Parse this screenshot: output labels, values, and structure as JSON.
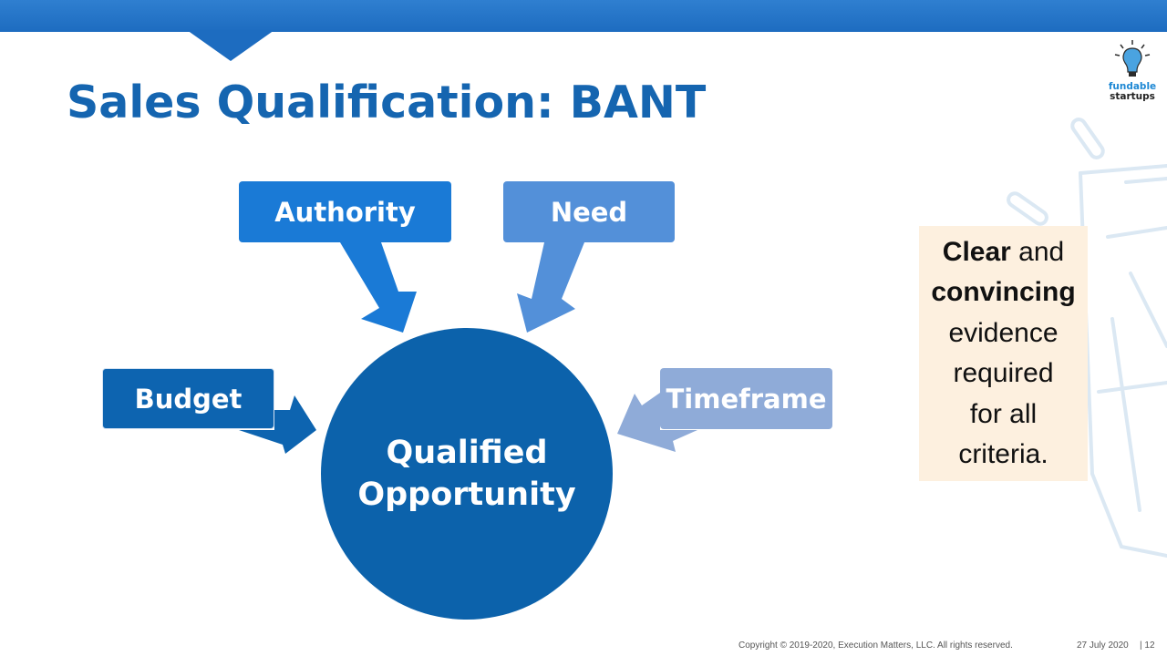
{
  "slide": {
    "title": "Sales Qualification: BANT",
    "logo": {
      "line1": "fundable",
      "line2": "startups"
    }
  },
  "diagram": {
    "center": {
      "line1": "Qualified",
      "line2": "Opportunity"
    },
    "nodes": [
      {
        "label": "Authority",
        "color": "#1a7ad6"
      },
      {
        "label": "Need",
        "color": "#5390d9"
      },
      {
        "label": "Budget",
        "color": "#0d64b0"
      },
      {
        "label": "Timeframe",
        "color": "#8fabd8"
      }
    ]
  },
  "callout": {
    "bold1": "Clear",
    "text1": " and",
    "bold2": "convincing",
    "line3": "evidence",
    "line4": "required",
    "line5": "for all",
    "line6": "criteria."
  },
  "footer": {
    "copyright": "Copyright © 2019-2020, Execution Matters, LLC. All rights reserved.",
    "date": "27 July 2020",
    "page": "| 12"
  },
  "colors": {
    "accent": "#1565b0",
    "callout_bg": "#fdf0df"
  }
}
